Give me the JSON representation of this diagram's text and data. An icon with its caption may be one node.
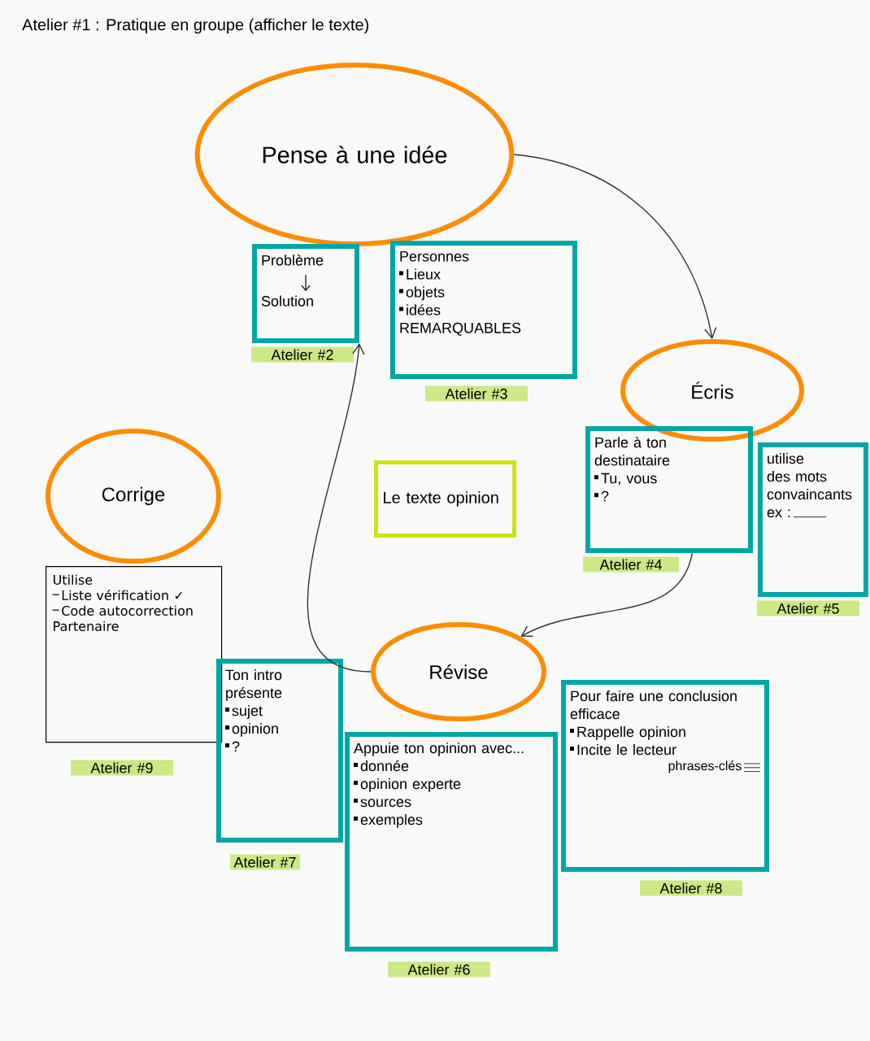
{
  "diagram": {
    "title": "Atelier #1 : Pratique en groupe (afficher le texte)",
    "nodes": [
      {
        "text": [
          "Pense à une idée"
        ]
      },
      {
        "text": [
          "Problème",
          "Solution"
        ],
        "beside": [
          "Atelier #2"
        ]
      },
      {
        "text": [
          "Personnes",
          "Lieux",
          "objets",
          "idées",
          "REMARQUABLES"
        ],
        "beside": [
          "Atelier #3"
        ]
      },
      {
        "text": [
          "Écris"
        ]
      },
      {
        "text": [
          "Parle à ton destinataire",
          "Tu, vous",
          "?"
        ],
        "beside": [
          "Atelier #4"
        ]
      },
      {
        "text": [
          "utilise des mots convaincants",
          "ex :"
        ],
        "beside": [
          "Atelier #5"
        ]
      },
      {
        "text": [
          "Le texte opinion"
        ]
      },
      {
        "text": [
          "Corrige"
        ]
      },
      {
        "text": [
          "Utilise",
          "Liste vérification ✓",
          "Code autocorrection",
          "Partenaire"
        ],
        "beside": [
          "Atelier #9"
        ]
      },
      {
        "text": [
          "Révise"
        ]
      },
      {
        "text": [
          "Ton intro présente",
          "sujet",
          "opinion",
          "?"
        ],
        "beside": [
          "Atelier #7"
        ]
      },
      {
        "text": [
          "Appuie ton opinion avec...",
          "donnée",
          "opinion experte",
          "sources",
          "exemples"
        ],
        "beside": [
          "Atelier #6"
        ]
      },
      {
        "text": [
          "Pour faire une conclusion efficace",
          "Rappelle opinion",
          "Incite le lecteur",
          "phrases-clés"
        ],
        "beside": [
          "Atelier #8"
        ]
      }
    ],
    "edges": [
      {
        "from": 0,
        "to": 3,
        "arrow": "to"
      },
      {
        "from": 4,
        "to": 9,
        "arrow": "to"
      },
      {
        "from": 9,
        "to": 1,
        "arrow": "to"
      }
    ]
  }
}
